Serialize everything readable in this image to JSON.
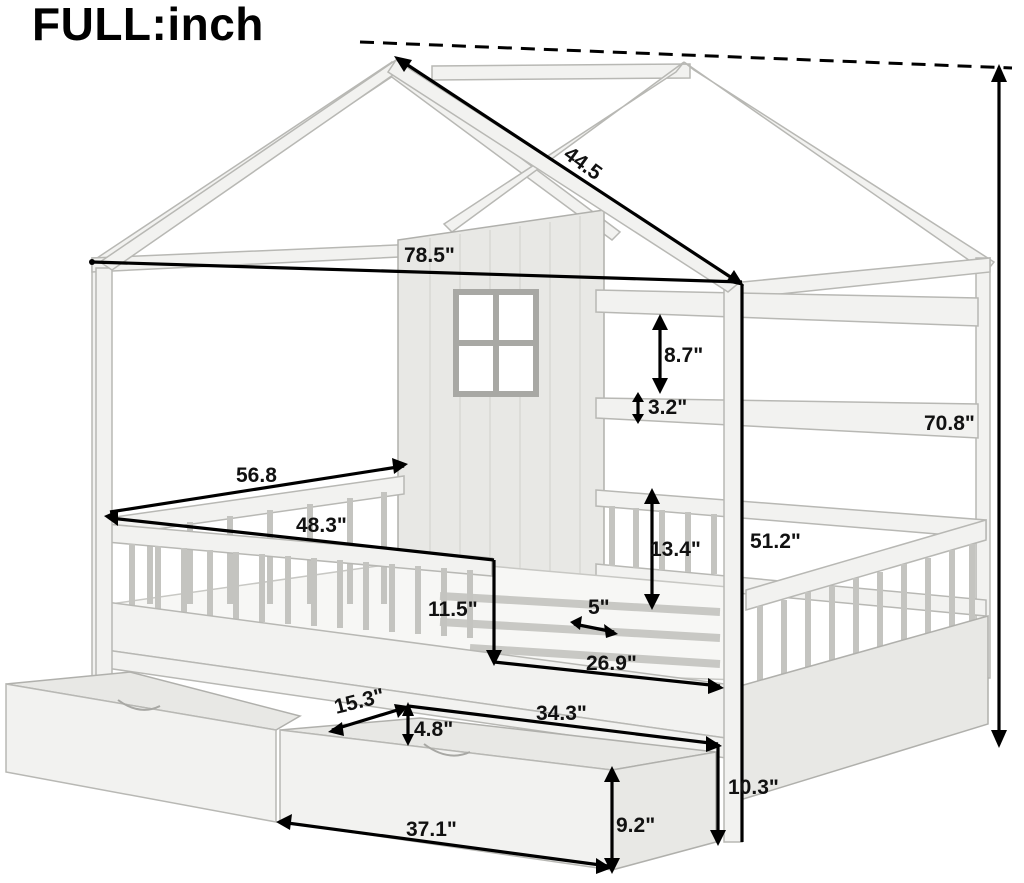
{
  "title": "FULL:inch",
  "dimensions": {
    "roof_slope": "44.5",
    "overall_length": "78.5\"",
    "shelf_gap": "8.7\"",
    "shelf_height": "3.2\"",
    "overall_height": "70.8\"",
    "rail_length_top": "56.8",
    "rail_length_inner": "48.3\"",
    "rail_height_side": "13.4\"",
    "bed_width": "51.2\"",
    "rail_height_front": "11.5\"",
    "slat_gap": "5\"",
    "opening_width": "26.9\"",
    "drawer_depth": "15.3\"",
    "drawer_inner_height": "4.8\"",
    "drawer_width_top": "34.3\"",
    "floor_clearance": "10.3\"",
    "drawer_width_front": "37.1\"",
    "drawer_height": "9.2\""
  },
  "colors": {
    "wood": "#f2f2f0",
    "outline": "#b8b8b4",
    "dimension_line": "#000000"
  }
}
